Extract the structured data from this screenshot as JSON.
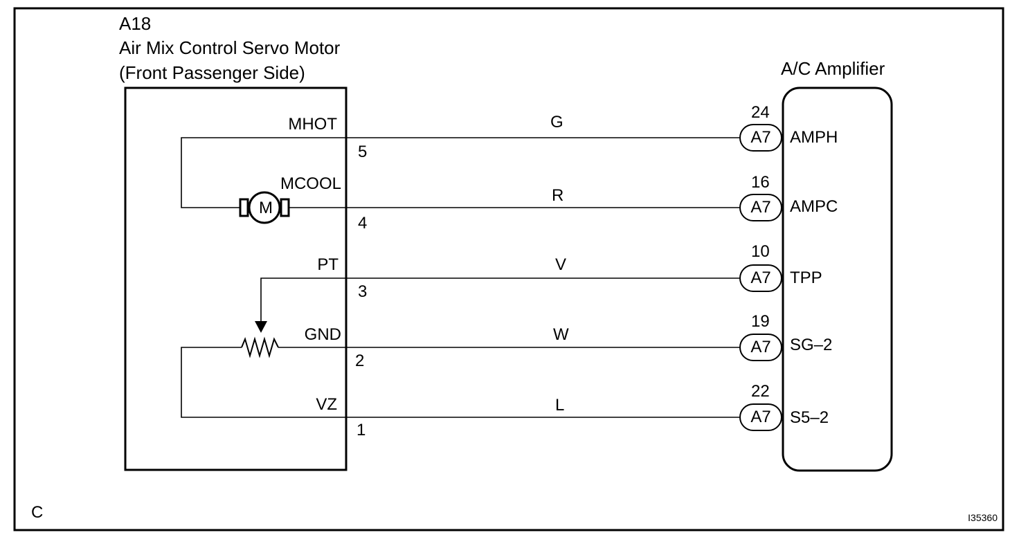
{
  "motor_component": {
    "code": "A18",
    "name": "Air Mix Control Servo Motor",
    "side": "(Front Passenger Side)",
    "motor_symbol": "M",
    "icons": [
      "motor-icon",
      "potentiometer-icon",
      "arrow-down-icon"
    ]
  },
  "amplifier": {
    "name": "A/C Amplifier"
  },
  "circuits": [
    {
      "terminal": "MHOT",
      "pin": "5",
      "wire": "G",
      "amp_pin": "24",
      "connector": "A7",
      "amp_terminal": "AMPH"
    },
    {
      "terminal": "MCOOL",
      "pin": "4",
      "wire": "R",
      "amp_pin": "16",
      "connector": "A7",
      "amp_terminal": "AMPC"
    },
    {
      "terminal": "PT",
      "pin": "3",
      "wire": "V",
      "amp_pin": "10",
      "connector": "A7",
      "amp_terminal": "TPP"
    },
    {
      "terminal": "GND",
      "pin": "2",
      "wire": "W",
      "amp_pin": "19",
      "connector": "A7",
      "amp_terminal": "SG–2"
    },
    {
      "terminal": "VZ",
      "pin": "1",
      "wire": "L",
      "amp_pin": "22",
      "connector": "A7",
      "amp_terminal": "S5–2"
    }
  ],
  "footer": {
    "corner_label": "C",
    "figure_id": "I35360"
  }
}
